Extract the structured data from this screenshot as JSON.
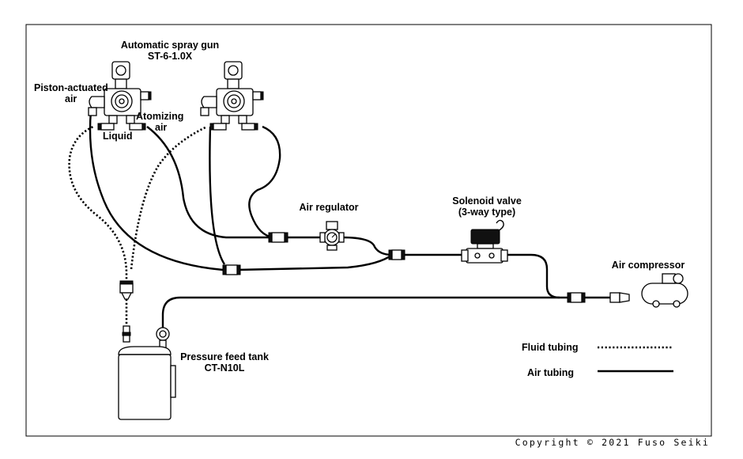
{
  "labels": {
    "spray_gun_name": "Automatic spray gun",
    "spray_gun_model": "ST-6-1.0X",
    "piston_air_line1": "Piston-actuated",
    "piston_air_line2": "air",
    "atomizing_air_line1": "Atomizing",
    "atomizing_air_line2": "air",
    "liquid": "Liquid",
    "air_regulator": "Air regulator",
    "solenoid_valve_line1": "Solenoid valve",
    "solenoid_valve_line2": "(3-way type)",
    "air_compressor": "Air compressor",
    "tank_name": "Pressure feed tank",
    "tank_model": "CT-N10L"
  },
  "legend": {
    "fluid": "Fluid tubing",
    "air": "Air tubing"
  },
  "copyright": "Copyright © 2021 Fuso Seiki"
}
